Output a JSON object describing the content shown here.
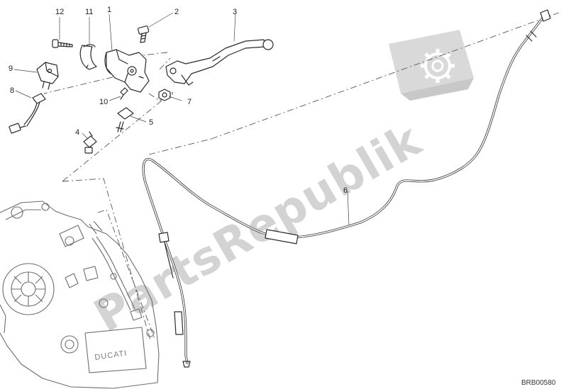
{
  "diagram": {
    "image_code": "BRB00580",
    "watermark": {
      "brand_text": "PartsRepublik",
      "logo_icon": "gear-icon"
    },
    "engine_logo_text": "DUCATI",
    "callouts": {
      "c1": "1",
      "c2": "2",
      "c3": "3",
      "c4": "4",
      "c5": "5",
      "c6": "6",
      "c7": "7",
      "c8": "8",
      "c9": "9",
      "c10": "10",
      "c11": "11",
      "c12": "12"
    }
  }
}
